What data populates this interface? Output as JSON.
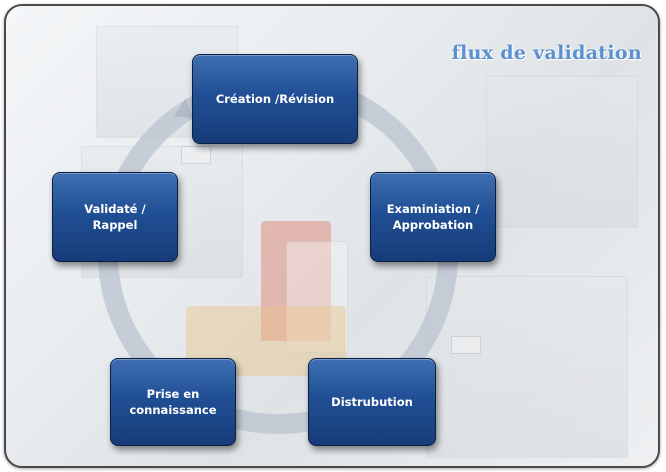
{
  "diagram": {
    "title": "flux de validation",
    "stages": [
      {
        "label": "Création /Révision"
      },
      {
        "label": "Examiniation /\nApprobation"
      },
      {
        "label": "Distrubution"
      },
      {
        "label": "Prise en\nconnaissance"
      },
      {
        "label": "Validaté /\nRappel"
      }
    ]
  },
  "colors": {
    "stage_fill": "#214f95",
    "stage_border": "#0b1f45",
    "title": "#5b8fd0",
    "cycle_arrow": "#b9c3cf"
  }
}
